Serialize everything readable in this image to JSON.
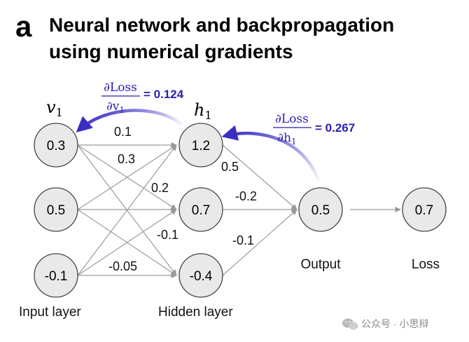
{
  "panel_letter": "a",
  "title_lines": [
    "Neural network and backpropagation",
    "using numerical gradients"
  ],
  "colors": {
    "node_fill": "#e9e9e9",
    "node_stroke": "#444444",
    "edge": "#9a9a9a",
    "gradient_arrow": "#3a2ec2",
    "gradient_text": "#2a1fb0"
  },
  "nodes": {
    "v1": "0.3",
    "v2": "0.5",
    "v3": "-0.1",
    "h1": "1.2",
    "h2": "0.7",
    "h3": "-0.4",
    "output": "0.5",
    "loss": "0.7"
  },
  "variable_labels": {
    "v1": "v1",
    "h1": "h1"
  },
  "weight_labels": {
    "v1_h1": "0.1",
    "v1_h2": "0.3",
    "v2_h1": "0.2",
    "v2_h3": "-0.1",
    "v3_h3": "-0.05",
    "h1_out": "0.5",
    "h2_out": "-0.2",
    "h3_out": "-0.1"
  },
  "gradients": {
    "v1": {
      "numerator": "∂Loss",
      "denominator": "∂v",
      "subscript": "1",
      "value": "= 0.124"
    },
    "h1": {
      "numerator": "∂Loss",
      "denominator": "∂h",
      "subscript": "1",
      "value": "= 0.267"
    }
  },
  "layer_labels": {
    "input": "Input layer",
    "hidden": "Hidden layer",
    "output": "Output",
    "loss": "Loss"
  },
  "watermark": "公众号 · 小思辩"
}
